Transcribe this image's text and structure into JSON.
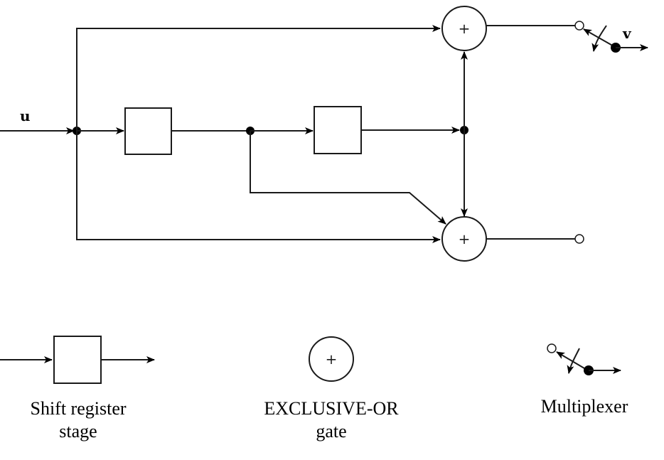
{
  "signals": {
    "input": "u",
    "output": "v"
  },
  "gates": {
    "xor_symbol": "+"
  },
  "legend": {
    "shift_register": {
      "line1": "Shift register",
      "line2": "stage"
    },
    "xor_gate": {
      "line1": "EXCLUSIVE-OR",
      "line2": "gate"
    },
    "multiplexer": {
      "line1": "Multiplexer"
    }
  }
}
